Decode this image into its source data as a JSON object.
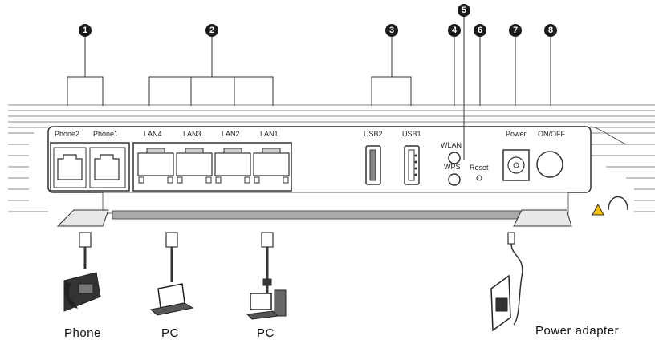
{
  "callouts": [
    "1",
    "2",
    "3",
    "4",
    "5",
    "6",
    "7",
    "8"
  ],
  "port_labels": {
    "phone2": "Phone2",
    "phone1": "Phone1",
    "lan4": "LAN4",
    "lan3": "LAN3",
    "lan2": "LAN2",
    "lan1": "LAN1",
    "usb2": "USB2",
    "usb1": "USB1",
    "wlan": "WLAN",
    "wps": "WPS",
    "reset": "Reset",
    "power": "Power",
    "onoff": "ON/OFF"
  },
  "devices": {
    "phone": "Phone",
    "pc1": "PC",
    "pc2": "PC",
    "power_adapter": "Power adapter"
  }
}
